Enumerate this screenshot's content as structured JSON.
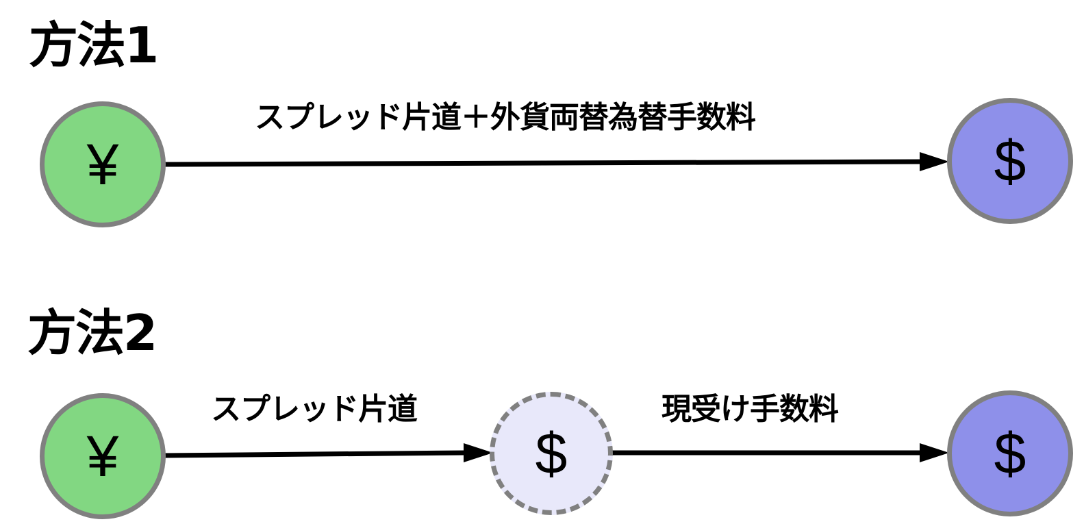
{
  "method1": {
    "title": "方法1",
    "edge_label": "スプレッド片道＋外貨両替為替手数料",
    "nodes": [
      {
        "symbol": "¥",
        "name": "yen",
        "color": "#82d782"
      },
      {
        "symbol": "$",
        "name": "usd",
        "color": "#8e90ea"
      }
    ]
  },
  "method2": {
    "title": "方法2",
    "edge_labels": [
      "スプレッド片道",
      "現受け手数料"
    ],
    "nodes": [
      {
        "symbol": "¥",
        "name": "yen",
        "color": "#82d782"
      },
      {
        "symbol": "$",
        "name": "usd-intermediate",
        "color": "#e8e8fa",
        "border": "dashed"
      },
      {
        "symbol": "$",
        "name": "usd",
        "color": "#8e90ea"
      }
    ]
  },
  "colors": {
    "node_border": "#808080",
    "arrow": "#000000"
  }
}
